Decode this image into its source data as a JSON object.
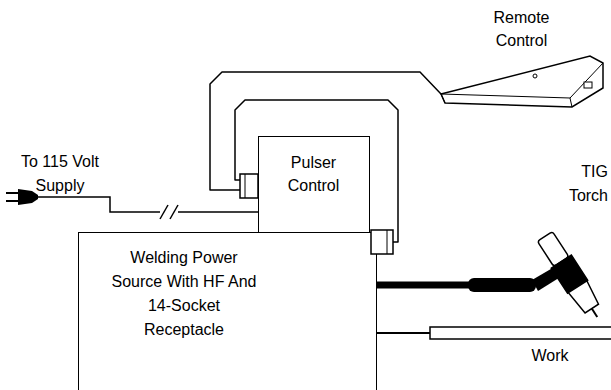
{
  "diagram": {
    "nodes": [
      {
        "text": [
          "Remote Control"
        ]
      },
      {
        "text": [
          "Pulser Control"
        ]
      },
      {
        "text": [
          "Welding Power Source With HF And 14-Socket Receptacle"
        ]
      }
    ],
    "edges": [
      {
        "from": 0,
        "to": 1,
        "arrow": "none"
      },
      {
        "from": 1,
        "to": 2,
        "arrow": "none"
      }
    ],
    "labels": [
      "To 115 Volt Supply",
      "TIG Torch",
      "Work"
    ]
  }
}
